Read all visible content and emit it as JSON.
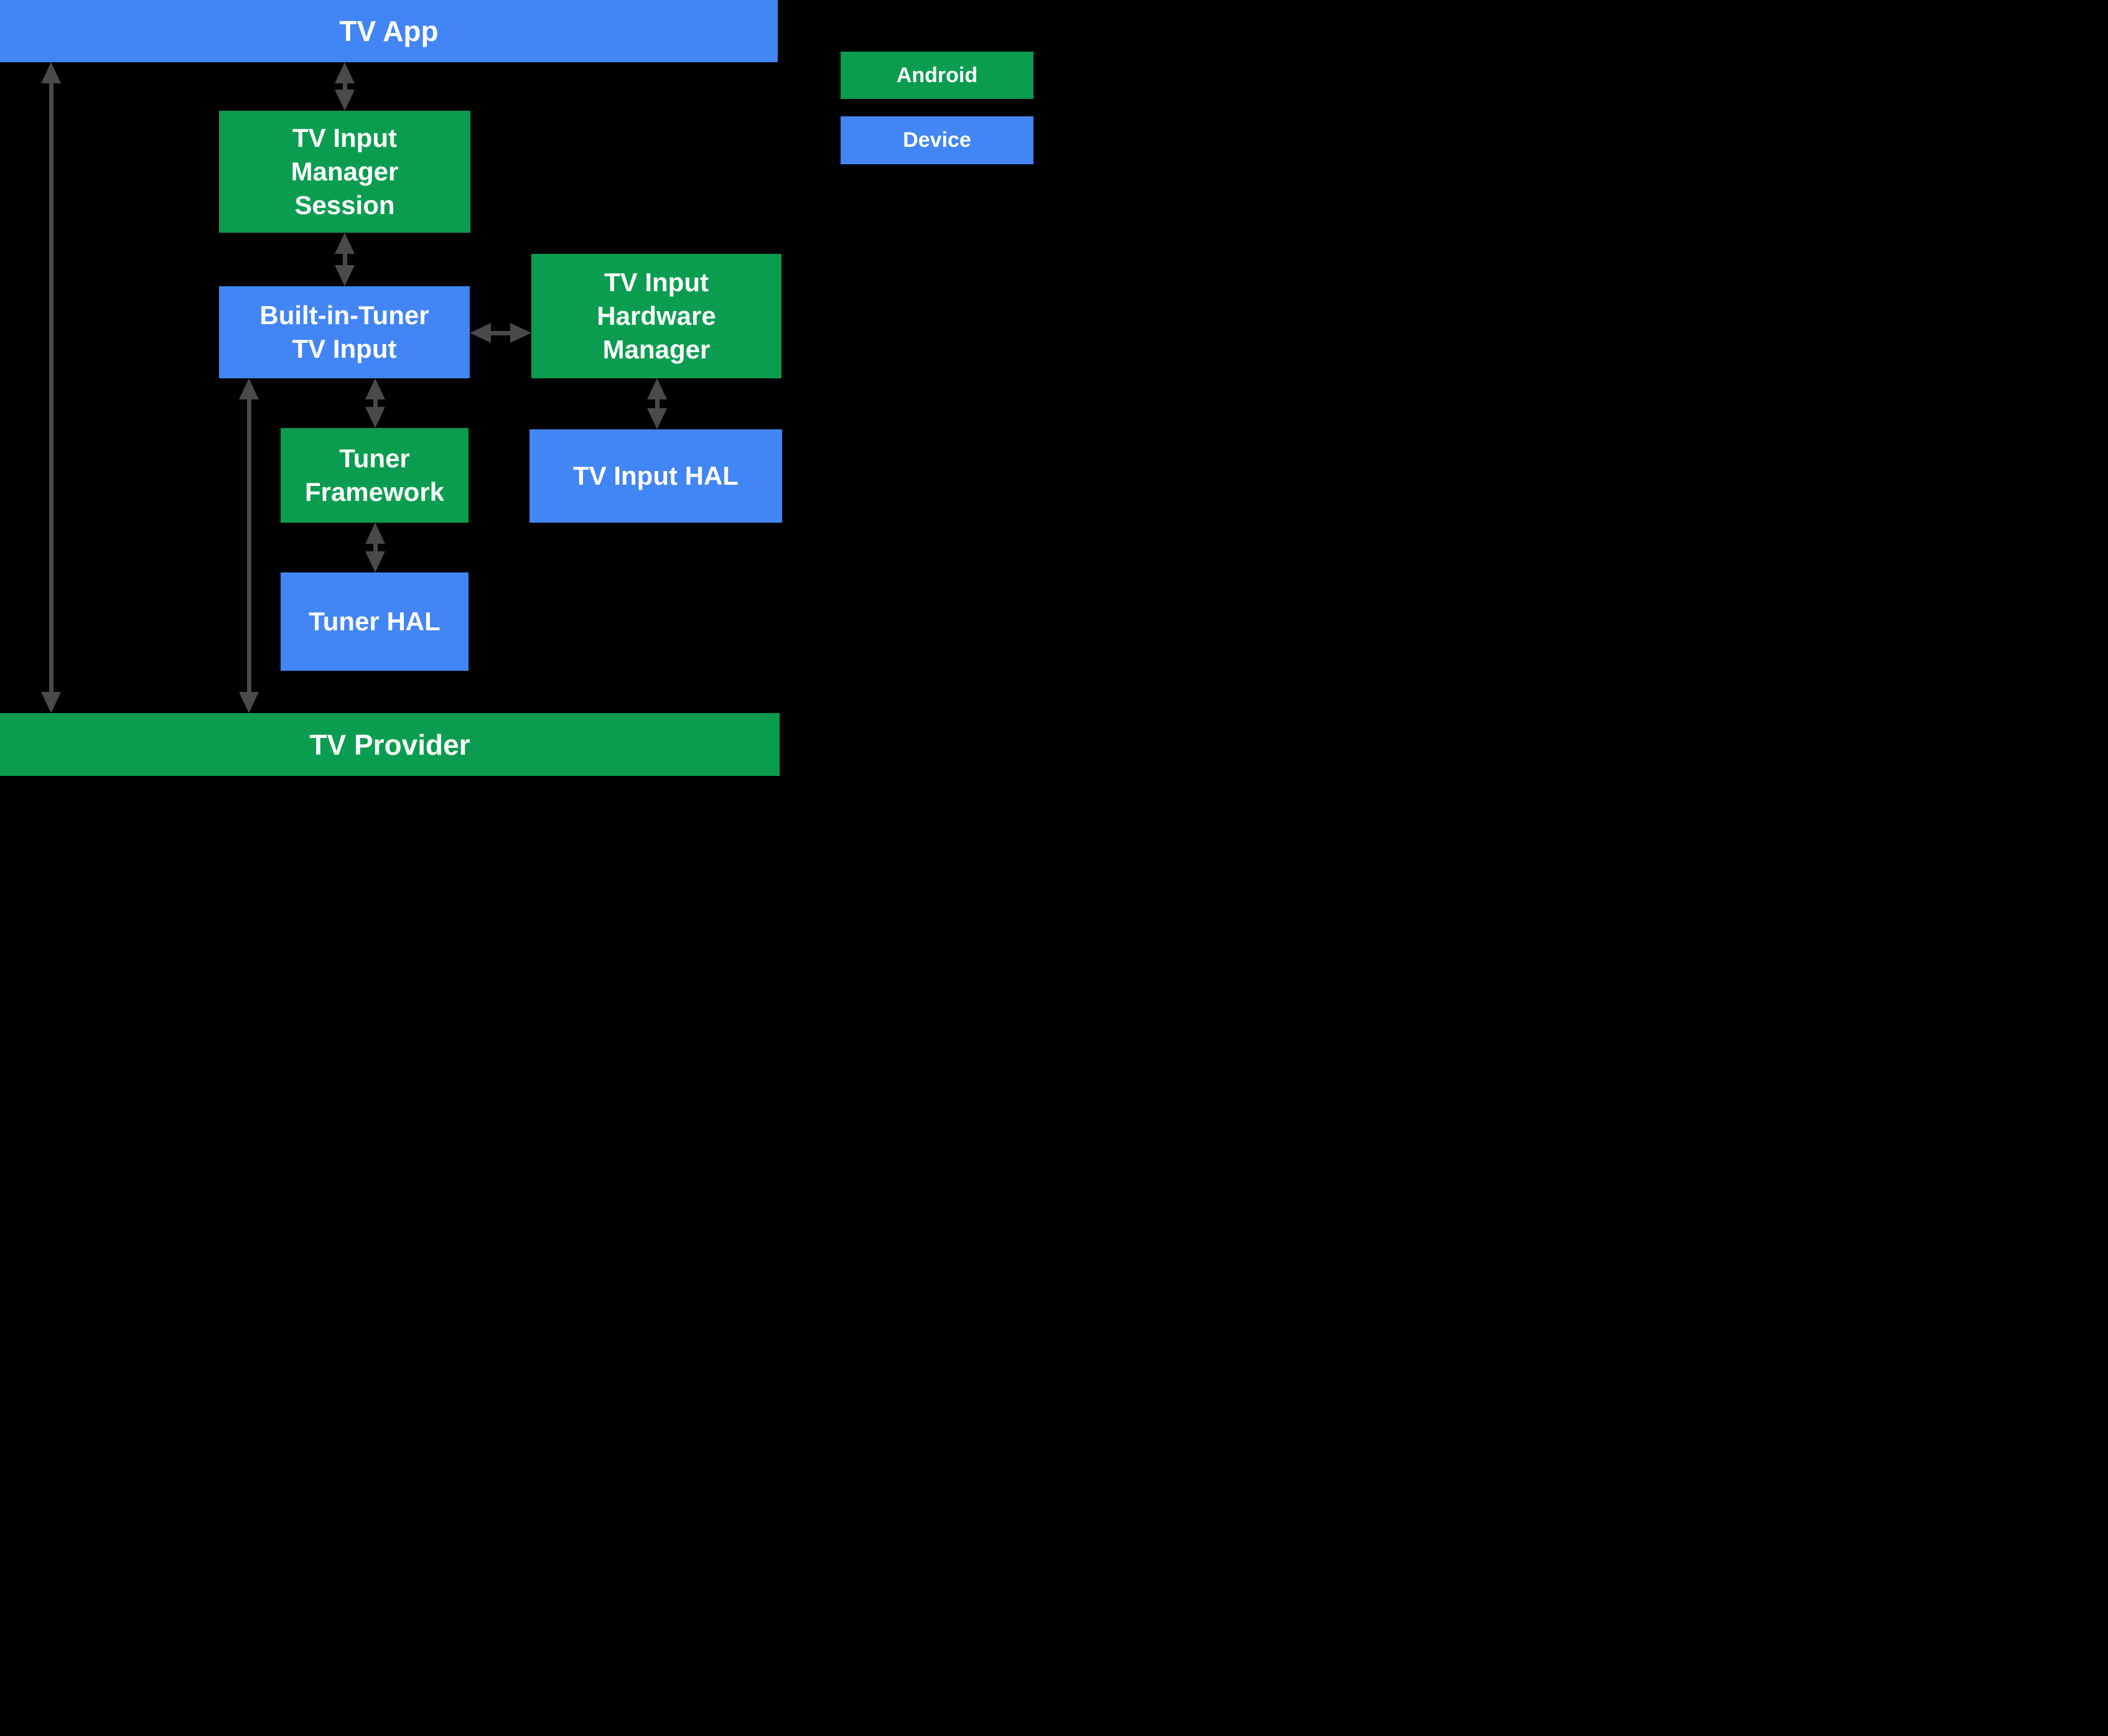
{
  "diagram": {
    "background": "#000000",
    "colors": {
      "android": "#0a9d4f",
      "device": "#4285f4",
      "arrow": "#4a4a4a",
      "label_text": "#ffffff"
    },
    "nodes": {
      "tv_app": {
        "label": "TV App",
        "category": "device"
      },
      "tv_input_manager_session": {
        "label": "TV Input\nManager\nSession",
        "category": "android"
      },
      "built_in_tuner_tv_input": {
        "label": "Built-in-Tuner\nTV Input",
        "category": "device"
      },
      "tv_input_hardware_manager": {
        "label": "TV Input\nHardware\nManager",
        "category": "android"
      },
      "tuner_framework": {
        "label": "Tuner\nFramework",
        "category": "android"
      },
      "tv_input_hal": {
        "label": "TV Input HAL",
        "category": "device"
      },
      "tuner_hal": {
        "label": "Tuner HAL",
        "category": "device"
      },
      "tv_provider": {
        "label": "TV Provider",
        "category": "android"
      }
    },
    "legend": {
      "android": {
        "label": "Android",
        "color": "#0a9d4f"
      },
      "device": {
        "label": "Device",
        "color": "#4285f4"
      }
    },
    "edges": [
      {
        "from": "tv_app",
        "to": "tv_input_manager_session",
        "bidirectional": true
      },
      {
        "from": "tv_input_manager_session",
        "to": "built_in_tuner_tv_input",
        "bidirectional": true
      },
      {
        "from": "built_in_tuner_tv_input",
        "to": "tv_input_hardware_manager",
        "bidirectional": true
      },
      {
        "from": "built_in_tuner_tv_input",
        "to": "tuner_framework",
        "bidirectional": true
      },
      {
        "from": "tv_input_hardware_manager",
        "to": "tv_input_hal",
        "bidirectional": true
      },
      {
        "from": "tuner_framework",
        "to": "tuner_hal",
        "bidirectional": true
      },
      {
        "from": "tv_app",
        "to": "tv_provider",
        "bidirectional": true
      },
      {
        "from": "built_in_tuner_tv_input",
        "to": "tv_provider",
        "bidirectional": true
      }
    ]
  }
}
